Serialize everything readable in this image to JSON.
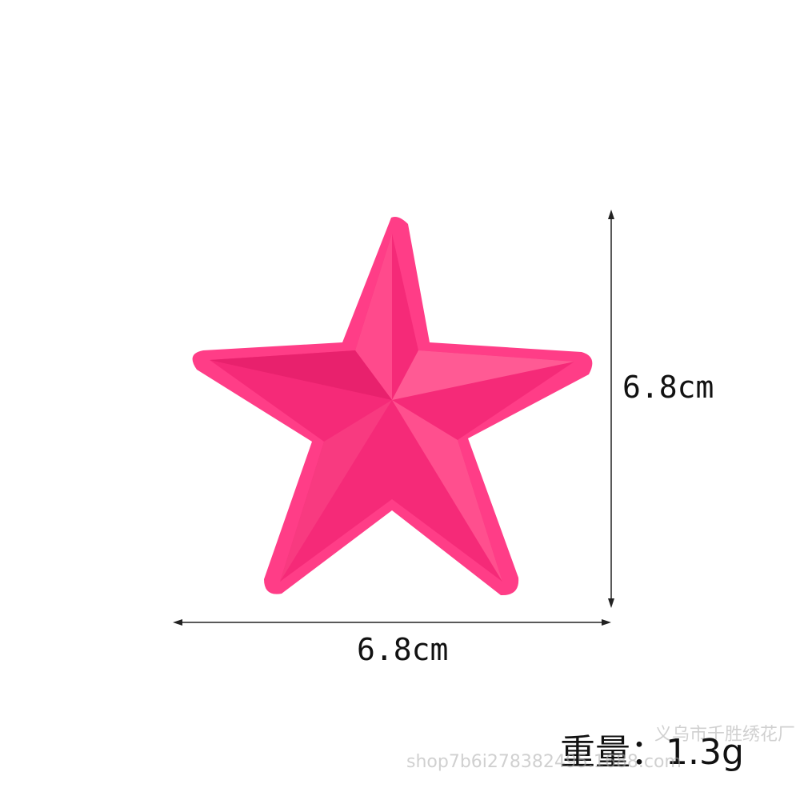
{
  "product": {
    "item": "star-patch-icon",
    "color": "#fe2f7f",
    "border_color": "#ff4a8f",
    "dark_shade": "#e8216d",
    "light_shade": "#ff5a94"
  },
  "dimensions": {
    "height_label": "6.8cm",
    "width_label": "6.8cm"
  },
  "weight_label": "重量：1.3g",
  "watermark": {
    "shop_text": "shop7b6i278382495.1688.com",
    "factory_text": "义乌市千胜绣花厂"
  }
}
